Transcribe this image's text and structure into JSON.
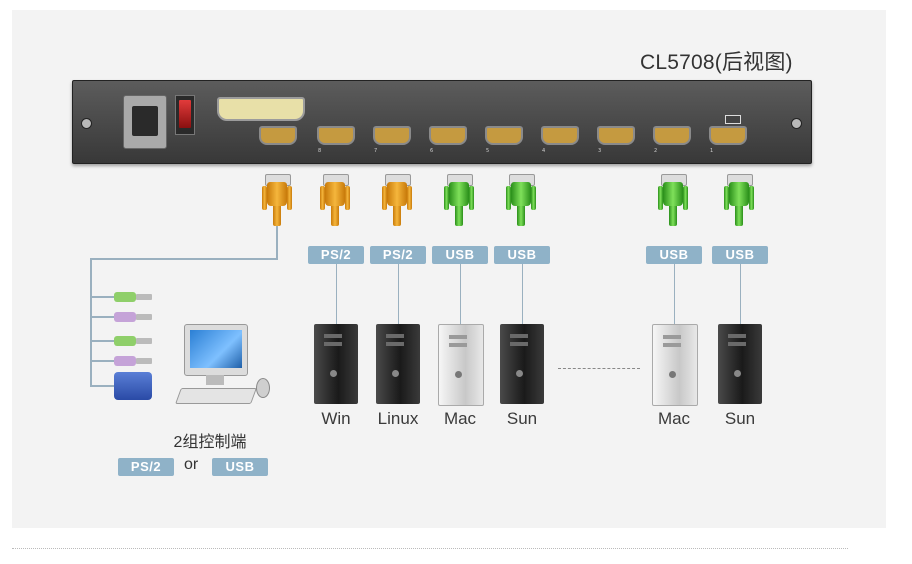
{
  "diagram": {
    "title": "CL5708(后视图)",
    "console": {
      "label": "2组控制端",
      "options": [
        "PS/2",
        "USB"
      ],
      "or_text": "or"
    },
    "computers": [
      {
        "name": "Win",
        "interface": "PS/2",
        "plug_color": "orange",
        "tower": "dark"
      },
      {
        "name": "Linux",
        "interface": "PS/2",
        "plug_color": "orange",
        "tower": "dark"
      },
      {
        "name": "Mac",
        "interface": "USB",
        "plug_color": "green",
        "tower": "light"
      },
      {
        "name": "Sun",
        "interface": "USB",
        "plug_color": "green",
        "tower": "dark"
      },
      {
        "name": "Mac",
        "interface": "USB",
        "plug_color": "green",
        "tower": "light"
      },
      {
        "name": "Sun",
        "interface": "USB",
        "plug_color": "green",
        "tower": "dark"
      }
    ],
    "panel": {
      "port_numbers": [
        "8",
        "7",
        "6",
        "5",
        "4",
        "3",
        "2",
        "1"
      ]
    },
    "colors": {
      "badge": "#8fb2c8",
      "ps2_plug": "#f5b63c",
      "usb_plug": "#7fe05a",
      "panel": "#3f3f3f"
    }
  }
}
